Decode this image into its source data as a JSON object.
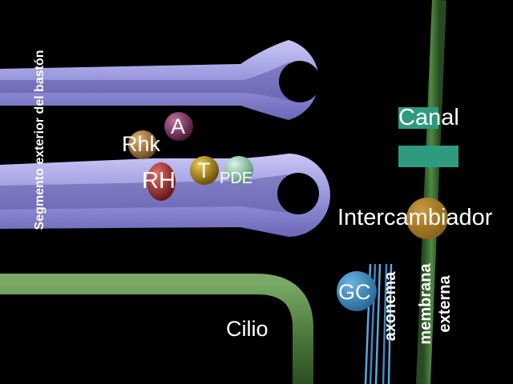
{
  "colors": {
    "background": "#000000",
    "disc_membrane": "#9a98de",
    "disc_membrane_light": "#c8c6f4",
    "cilium": "#4b7a3c",
    "outer_membrane": "#3f6f35",
    "channel": "#2e9a7e",
    "exchanger": "#a57e2a",
    "gc": "#3a86b8",
    "axoneme": "#5aa8e0",
    "rhk": "#a87a3a",
    "arrestin": "#8a3a6a",
    "rhodopsin": "#b03a38",
    "transducin": "#b89418",
    "pde": "#9ad8b8"
  },
  "labels": {
    "rod_outer_segment": "Segmento exterior del bastón",
    "channel": "Canal",
    "exchanger": "Intercambiador",
    "gc": "GC",
    "axoneme": "axonema",
    "outer_membrane": "membrana externa",
    "outer_membrane_line1": "membrana",
    "outer_membrane_line2": "externa",
    "cilium": "Cilio",
    "rhk": "Rhk",
    "arrestin": "A",
    "rhodopsin": "RH",
    "transducin": "T",
    "pde": "PDE"
  }
}
